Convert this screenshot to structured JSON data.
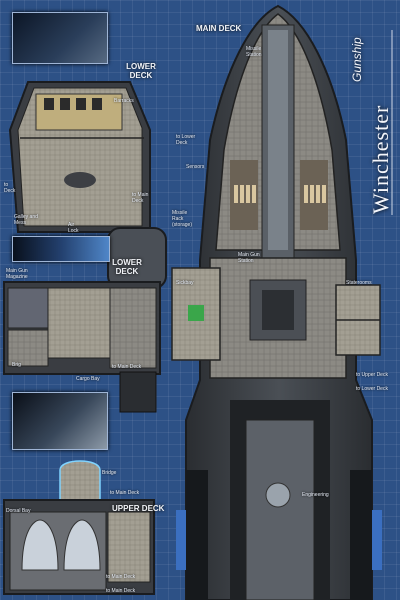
{
  "title": {
    "line1": "Gunship",
    "line2": "Winchester"
  },
  "decks": {
    "main": "MAIN DECK",
    "lower_top": "LOWER DECK",
    "lower_mid": "LOWER DECK",
    "upper": "UPPER DECK"
  },
  "labels": {
    "missile_station": "Missile Station",
    "to_lower_deck": "to Lower Deck",
    "sensors": "Sensors",
    "missile_rack": "Missile Rack (storage)",
    "main_gun_station": "Main Gun Station",
    "sickbay": "Sickbay",
    "staterooms": "Staterooms",
    "to_upper_deck": "to Upper Deck",
    "to_lower_deck_2": "to Lower Deck",
    "engineering": "Engineering",
    "barracks": "Barracks",
    "to_main_deck_1": "to Main Deck",
    "to_deck": "to Deck",
    "galley": "Galley and Mess",
    "air_lock": "Air Lock",
    "main_gun_magazine": "Main Gun Magazine",
    "brig": "Brig",
    "cargo_bay": "Cargo Bay",
    "to_main_deck_2": "to Main Deck",
    "bridge": "Bridge",
    "to_main_deck_3": "to Main Deck",
    "dorsal_bay": "Dorsal Bay",
    "to_main_deck_4": "to Main Deck",
    "to_main_deck_5": "to Main Deck"
  },
  "colors": {
    "background": "#2d5186",
    "hull": "#3b3f44",
    "floor": "#8f8f88",
    "accent": "#7fd3ff"
  }
}
